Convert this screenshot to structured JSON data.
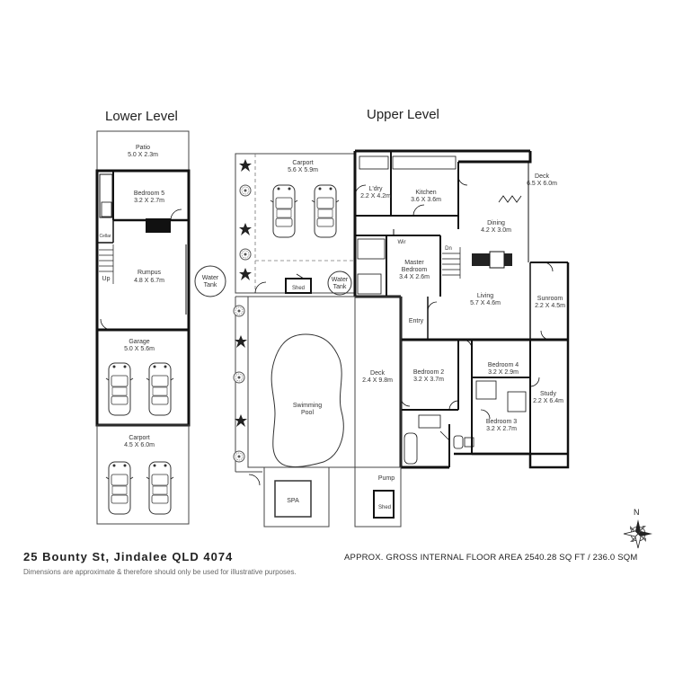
{
  "levels": {
    "lower": "Lower Level",
    "upper": "Upper Level"
  },
  "rooms": {
    "patio": {
      "name": "Patio",
      "dim": "5.0 X 2.3m"
    },
    "bedroom5": {
      "name": "Bedroom 5",
      "dim": "3.2 X 2.7m"
    },
    "cellar": {
      "name": "Cellar"
    },
    "up": {
      "name": "Up"
    },
    "rumpus": {
      "name": "Rumpus",
      "dim": "4.8 X 6.7m"
    },
    "garage": {
      "name": "Garage",
      "dim": "5.0 X 5.6m"
    },
    "carport_lower": {
      "name": "Carport",
      "dim": "4.5 X 6.0m"
    },
    "water_tank_1": {
      "name": "Water",
      "line2": "Tank"
    },
    "carport_upper": {
      "name": "Carport",
      "dim": "5.6 X 5.9m"
    },
    "shed_1": {
      "name": "Shed"
    },
    "water_tank_2": {
      "name": "Water",
      "line2": "Tank"
    },
    "laundry": {
      "name": "L'dry",
      "dim": "2.2 X 4.2m"
    },
    "kitchen": {
      "name": "Kitchen",
      "dim": "3.6 X 3.6m"
    },
    "deck_upper": {
      "name": "Deck",
      "dim": "6.5 X 6.0m"
    },
    "dining": {
      "name": "Dining",
      "dim": "4.2 X 3.0m"
    },
    "wir": {
      "name": "Wir"
    },
    "dn": {
      "name": "Dn"
    },
    "master": {
      "name": "Master",
      "line2": "Bedroom",
      "dim": "3.4 X 2.6m"
    },
    "living": {
      "name": "Living",
      "dim": "5.7 X 4.6m"
    },
    "sunroom": {
      "name": "Sunroom",
      "dim": "2.2 X 4.5m"
    },
    "entry": {
      "name": "Entry"
    },
    "deck_pool": {
      "name": "Deck",
      "dim": "2.4 X 9.8m"
    },
    "bedroom2": {
      "name": "Bedroom 2",
      "dim": "3.2 X 3.7m"
    },
    "bedroom4": {
      "name": "Bedroom 4",
      "dim": "3.2 X 2.9m"
    },
    "study": {
      "name": "Study",
      "dim": "2.2 X 6.4m"
    },
    "bedroom3": {
      "name": "Bedroom 3",
      "dim": "3.2 X 2.7m"
    },
    "pool": {
      "name": "Swimming",
      "line2": "Pool"
    },
    "spa": {
      "name": "SPA"
    },
    "pump": {
      "name": "Pump"
    },
    "shed_2": {
      "name": "Shed"
    }
  },
  "footer": {
    "address": "25 Bounty St, Jindalee QLD 4074",
    "disclaimer": "Dimensions are approximate & therefore should only be used for illustrative purposes.",
    "area": "APPROX. GROSS INTERNAL FLOOR AREA 2540.28 SQ FT / 236.0 SQM"
  },
  "compass": {
    "label": "N"
  },
  "colors": {
    "wall": "#111111",
    "thin": "#444444",
    "pool_fill": "#ffffff",
    "plant": "#666666"
  }
}
